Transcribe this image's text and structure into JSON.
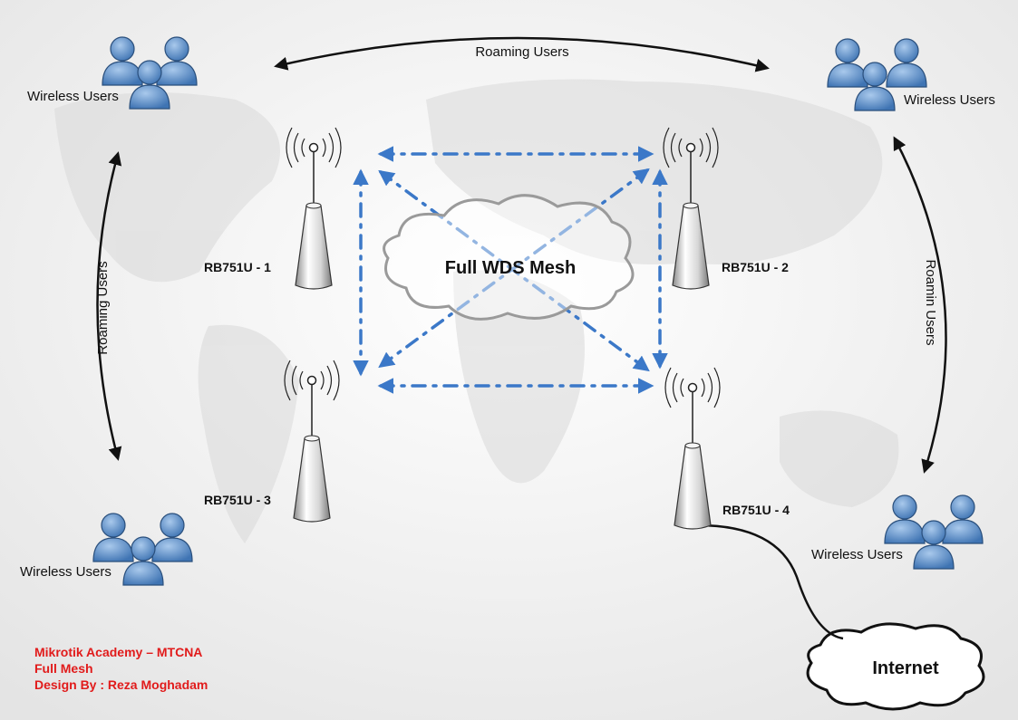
{
  "diagram": {
    "cloud_mesh_label": "Full WDS Mesh",
    "cloud_internet_label": "Internet",
    "roaming_top": "Roaming Users",
    "roaming_left": "Roaming Users",
    "roaming_right": "Roamin Users",
    "user_groups": [
      {
        "label": "Wireless Users"
      },
      {
        "label": "Wireless Users"
      },
      {
        "label": "Wireless Users"
      },
      {
        "label": "Wireless Users"
      }
    ],
    "routers": [
      {
        "label": "RB751U - 1"
      },
      {
        "label": "RB751U - 2"
      },
      {
        "label": "RB751U - 3"
      },
      {
        "label": "RB751U - 4"
      }
    ],
    "colors": {
      "mesh_link": "#3b78c8",
      "user_body": "#5a8fc9",
      "credits": "#e11b1b"
    }
  },
  "credits": {
    "line1": "Mikrotik Academy – MTCNA",
    "line2": "Full Mesh",
    "line3": "Design By : Reza Moghadam"
  }
}
